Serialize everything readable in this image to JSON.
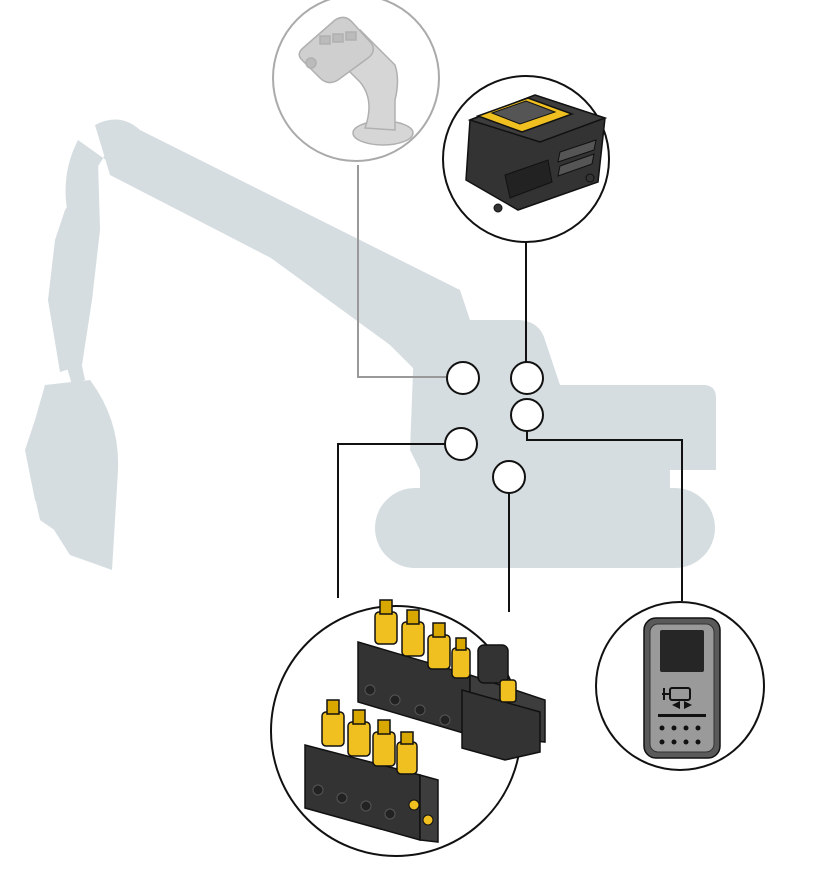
{
  "diagram": {
    "background": "excavator-silhouette",
    "colors": {
      "silhouette": "#d5dde0",
      "wires": "#111111",
      "joystick_wire": "#999999",
      "accent_yellow": "#f0c020",
      "component_dark": "#333333"
    },
    "modules": [
      {
        "id": "joystick",
        "icon": "joystick-icon"
      },
      {
        "id": "controller",
        "icon": "control-unit-icon"
      },
      {
        "id": "valve-blocks",
        "icon": "valve-block-icon"
      },
      {
        "id": "display-panel",
        "icon": "display-panel-icon"
      }
    ],
    "connection_nodes": [
      "node-1",
      "node-2",
      "node-3",
      "node-4",
      "node-5"
    ]
  }
}
